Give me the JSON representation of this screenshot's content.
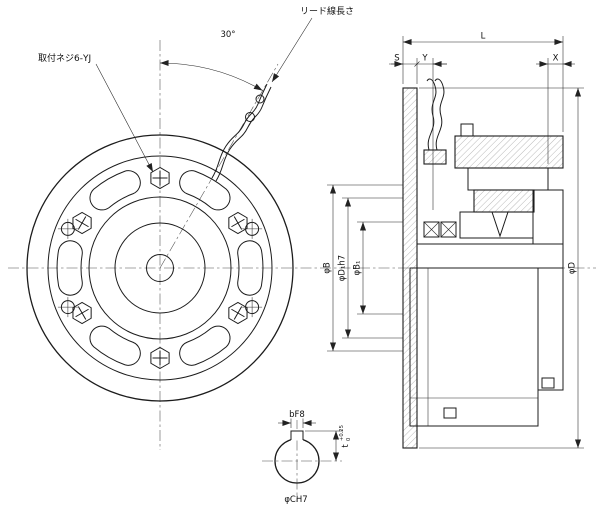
{
  "callouts": {
    "lead_wire_length": "リード線長さ",
    "mounting_screw": "取付ネジ6-YJ",
    "angle": "30°"
  },
  "dims": {
    "L": "L",
    "S": "S",
    "Y": "Y",
    "X": "X",
    "phiB": "φB",
    "phiD1h7": "φD₁h7",
    "phiB1": "φB₁",
    "phiD": "φD"
  },
  "detail": {
    "keyway_width": "bF8",
    "bore": "φCH7",
    "keyway_depth": "t",
    "tol_upper": "+0.25",
    "tol_lower": "0"
  }
}
